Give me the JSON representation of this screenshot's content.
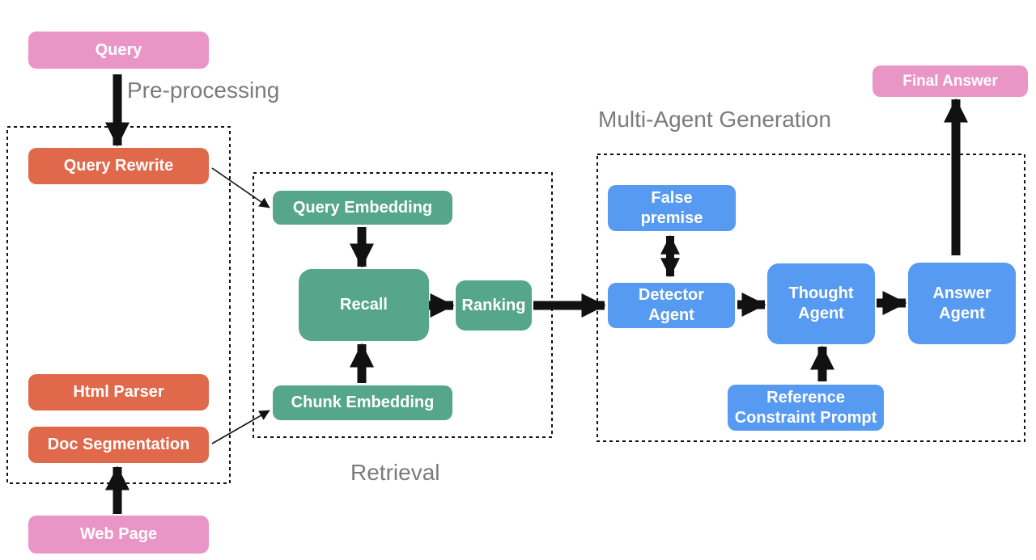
{
  "sections": {
    "preprocessing": {
      "label": "Pre-processing"
    },
    "retrieval": {
      "label": "Retrieval"
    },
    "multi_agent": {
      "label": "Multi-Agent Generation"
    }
  },
  "nodes": {
    "query": "Query",
    "query_rewrite": "Query Rewrite",
    "html_parser": "Html Parser",
    "doc_segmentation": "Doc Segmentation",
    "web_page": "Web Page",
    "query_embedding": "Query Embedding",
    "recall": "Recall",
    "ranking": "Ranking",
    "chunk_embedding": "Chunk Embedding",
    "false_premise": "False\npremise",
    "detector_agent": "Detector\nAgent",
    "thought_agent": "Thought\nAgent",
    "answer_agent": "Answer\nAgent",
    "reference_constraint_prompt": "Reference\nConstraint Prompt",
    "final_answer": "Final Answer"
  },
  "colors": {
    "pink": "#e996c7",
    "orange": "#e0694b",
    "green": "#56a68b",
    "blue": "#579af2",
    "label_gray": "#7b7b7b",
    "arrow": "#111111"
  }
}
